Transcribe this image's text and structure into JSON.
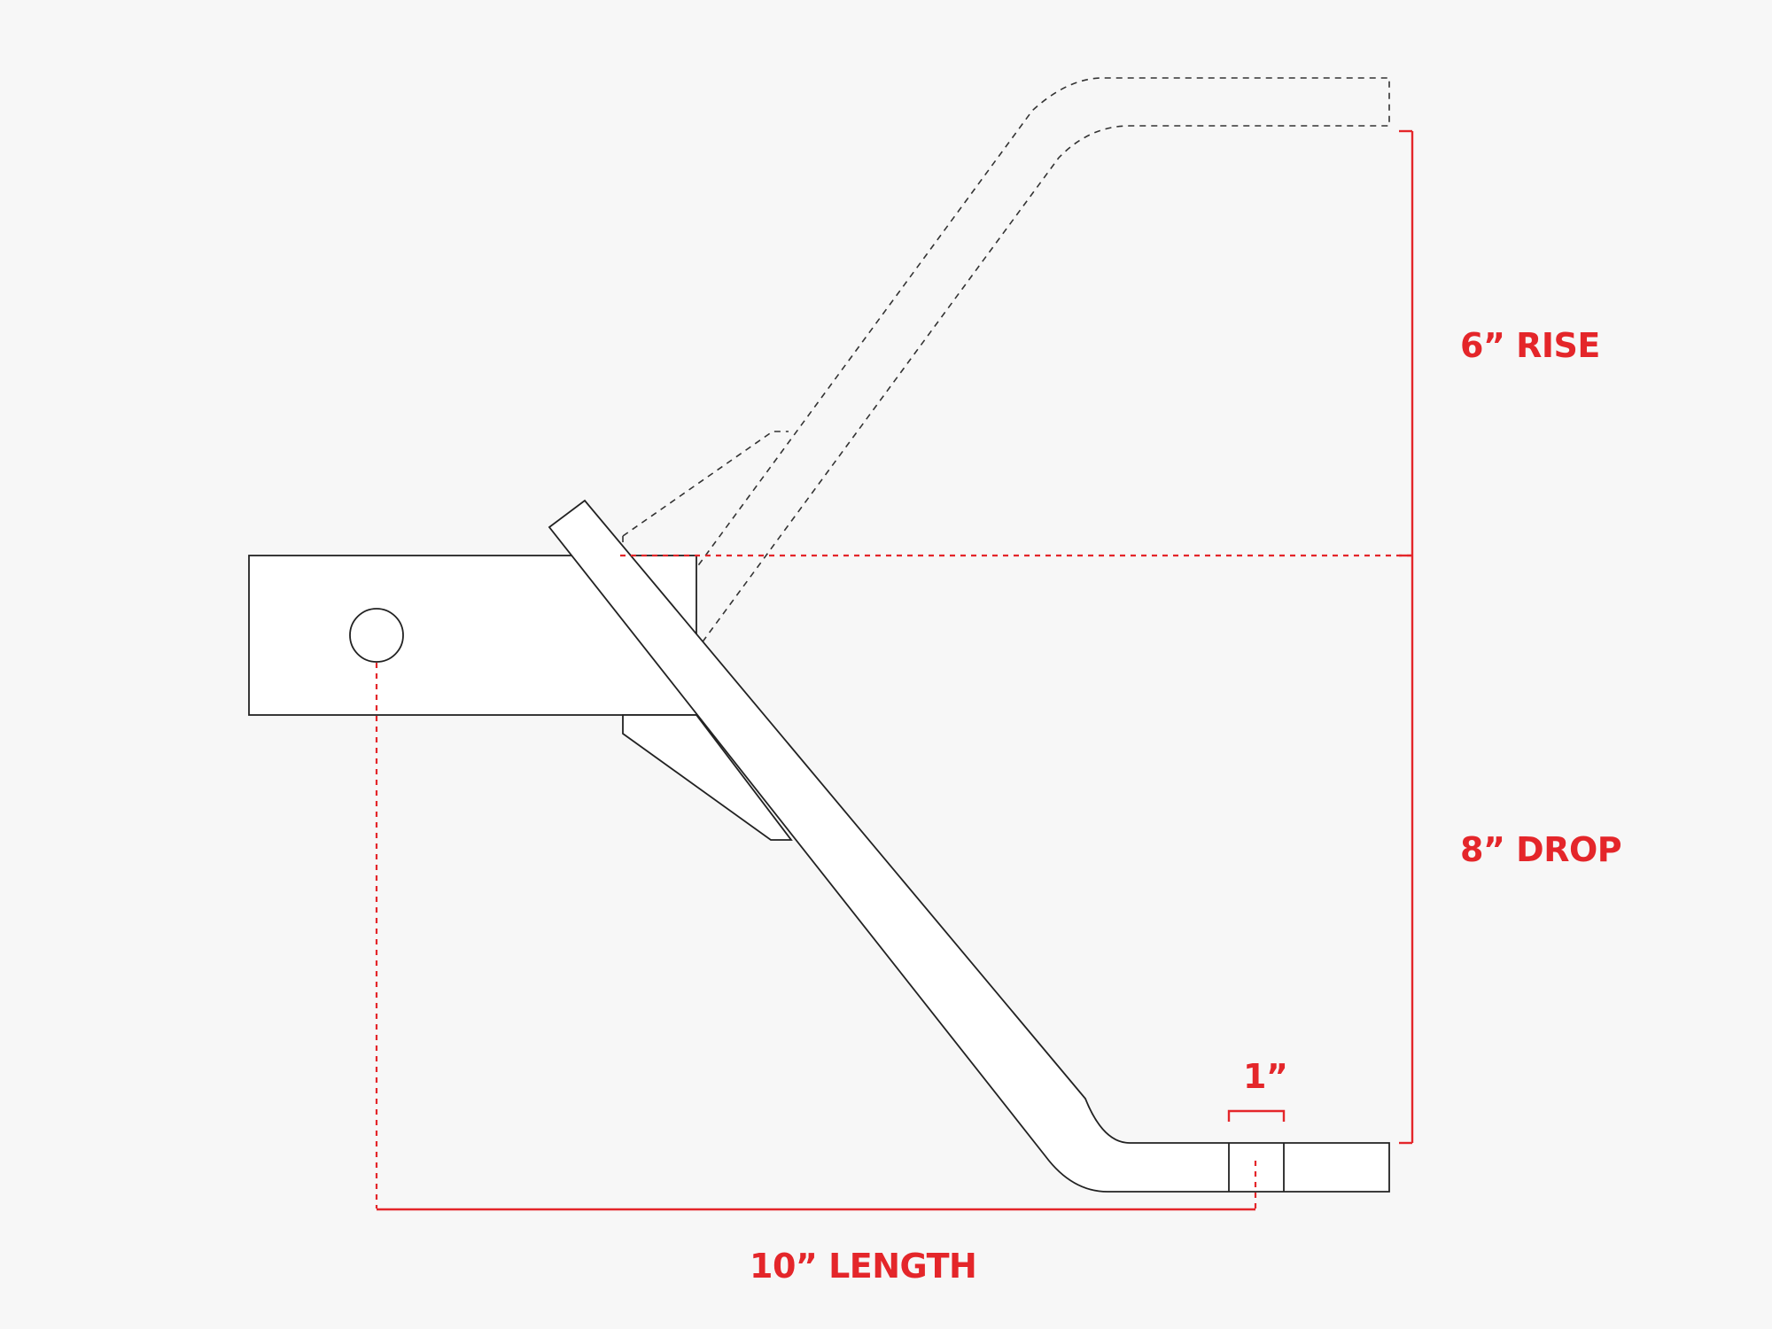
{
  "diagram": {
    "labels": {
      "rise": "6” RISE",
      "drop": "8” DROP",
      "length": "10” LENGTH",
      "ball_hole": "1”"
    },
    "colors": {
      "background": "#f7f7f7",
      "outline": "#222222",
      "dimension": "#e4262a"
    }
  }
}
